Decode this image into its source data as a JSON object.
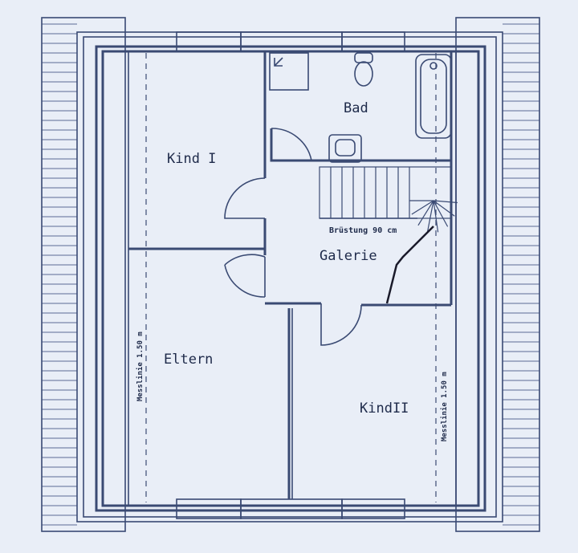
{
  "rooms": {
    "bad": "Bad",
    "kind1": "Kind I",
    "galerie": "Galerie",
    "eltern": "Eltern",
    "kind2": "KindII"
  },
  "annotations": {
    "bruestung": "Brüstung 90 cm",
    "messlinie_left": "Messlinie 1.50 m",
    "messlinie_right": "Messlinie 1.50 m"
  }
}
